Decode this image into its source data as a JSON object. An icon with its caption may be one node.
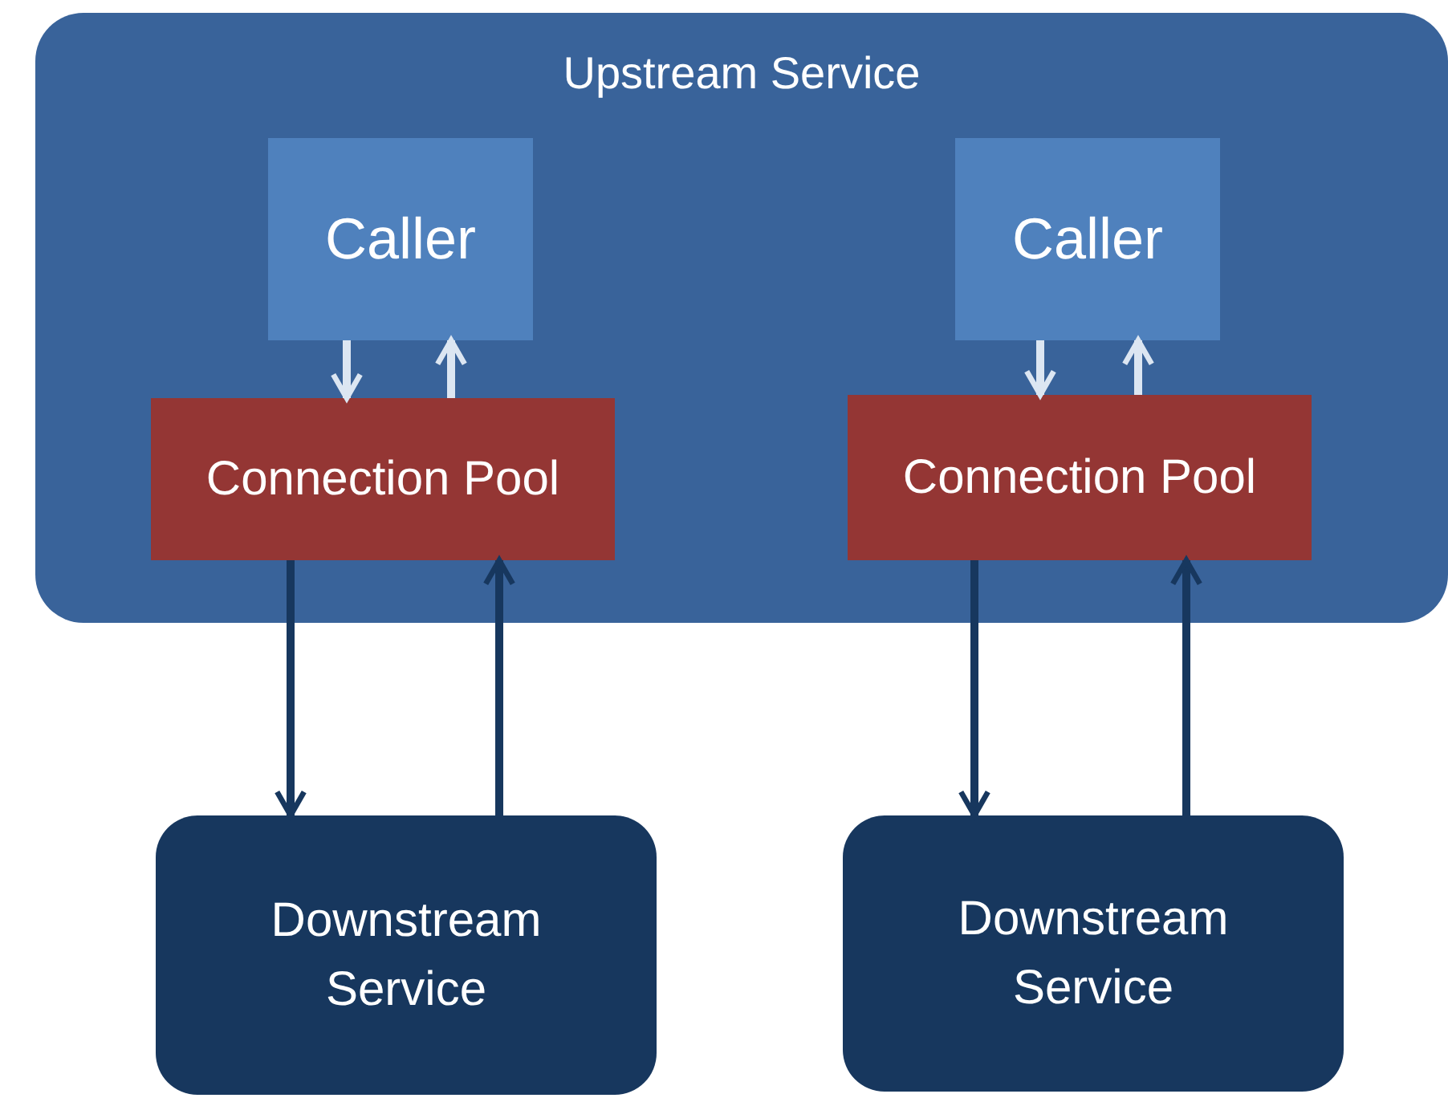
{
  "diagram": {
    "nodes": [
      {
        "text": [
          "Upstream Service"
        ]
      },
      {
        "text": [
          "Caller"
        ],
        "in": 0
      },
      {
        "text": [
          "Connection Pool"
        ],
        "in": 0
      },
      {
        "text": [
          "Caller"
        ],
        "in": 0
      },
      {
        "text": [
          "Connection Pool"
        ],
        "in": 0
      },
      {
        "text": [
          "Downstream Service"
        ]
      },
      {
        "text": [
          "Downstream Service"
        ]
      }
    ],
    "edges": [
      {
        "from": 1,
        "to": 2,
        "arrow": "to",
        "color": "#dce6f2"
      },
      {
        "from": 2,
        "to": 1,
        "arrow": "to",
        "color": "#dce6f2"
      },
      {
        "from": 3,
        "to": 4,
        "arrow": "to",
        "color": "#dce6f2"
      },
      {
        "from": 4,
        "to": 3,
        "arrow": "to",
        "color": "#dce6f2"
      },
      {
        "from": 2,
        "to": 5,
        "arrow": "to",
        "color": "#17375e"
      },
      {
        "from": 5,
        "to": 2,
        "arrow": "to",
        "color": "#17375e"
      },
      {
        "from": 4,
        "to": 6,
        "arrow": "to",
        "color": "#17375e"
      },
      {
        "from": 6,
        "to": 4,
        "arrow": "to",
        "color": "#17375e"
      }
    ]
  }
}
